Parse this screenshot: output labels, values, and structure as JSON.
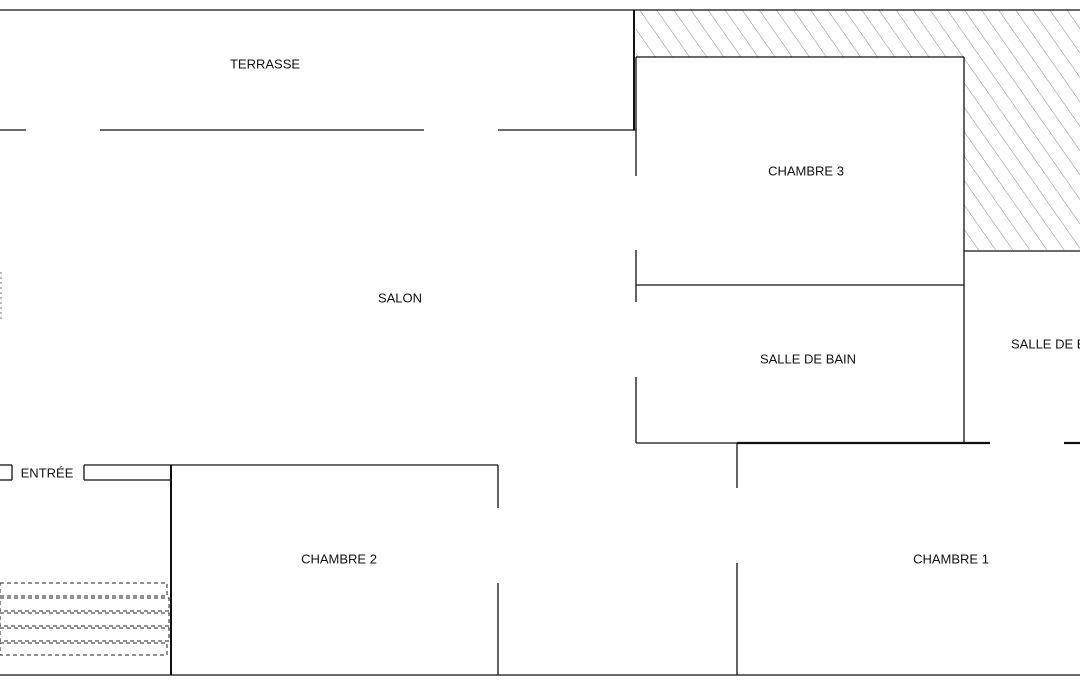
{
  "plan": {
    "labels": {
      "terrasse": "TERRASSE",
      "chambre3": "CHAMBRE 3",
      "salon": "SALON",
      "salle_de_bain_1": "SALLE DE BAIN",
      "salle_de_bain_2": "SALLE DE BA",
      "entree": "ENTRÉE",
      "chambre2": "CHAMBRE 2",
      "chambre1": "CHAMBRE 1"
    },
    "colors": {
      "wall": "#111111",
      "hatch": "#888888",
      "background": "#ffffff"
    }
  }
}
